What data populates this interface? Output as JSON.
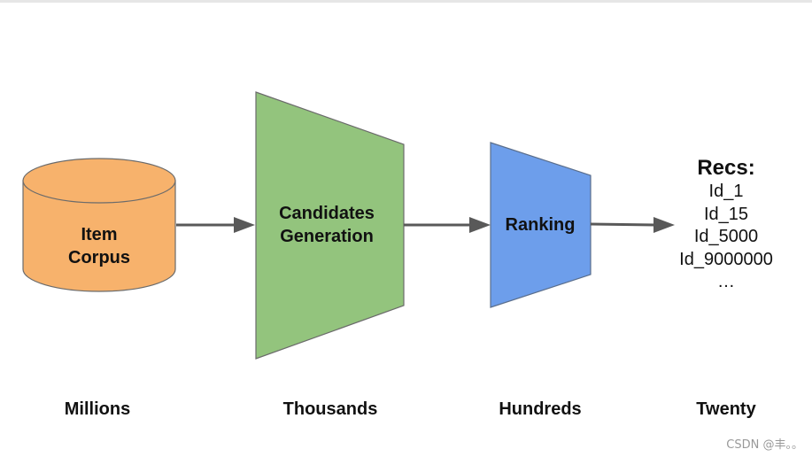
{
  "colors": {
    "corpus_fill": "#F7B26C",
    "corpus_stroke": "#6B6B6B",
    "candidates_fill": "#93C47D",
    "candidates_stroke": "#6B6B6B",
    "ranking_fill": "#6D9EEB",
    "ranking_stroke": "#5A6E8C",
    "arrow": "#595959"
  },
  "corpus": {
    "line1": "Item",
    "line2": "Corpus"
  },
  "candidates": {
    "line1": "Candidates",
    "line2": "Generation"
  },
  "ranking": {
    "label": "Ranking"
  },
  "recs": {
    "title": "Recs:",
    "items": [
      "Id_1",
      "Id_15",
      "Id_5000",
      "Id_9000000",
      "…"
    ]
  },
  "stages": {
    "millions": "Millions",
    "thousands": "Thousands",
    "hundreds": "Hundreds",
    "twenty": "Twenty"
  },
  "watermark": "CSDN @丰。。"
}
